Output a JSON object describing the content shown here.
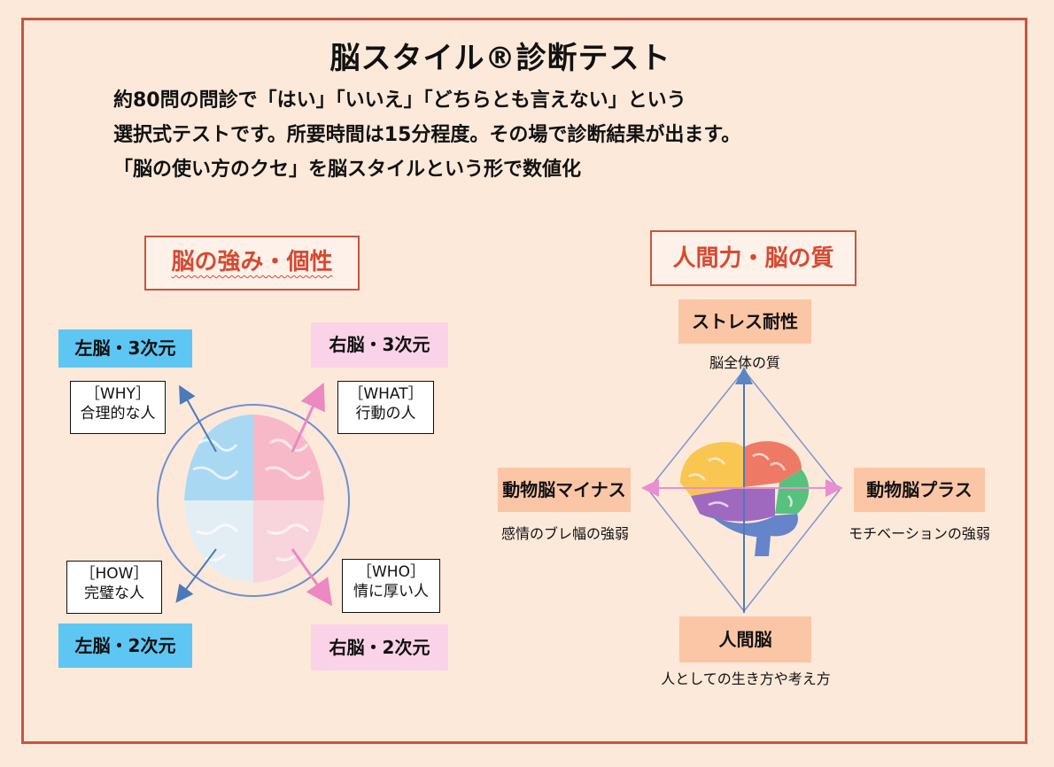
{
  "title": "脳スタイル®診断テスト",
  "intro": [
    "約80問の問診で「はい」「いいえ」「どちらとも言えない」という",
    "選択式テストです。所要時間は15分程度。その場で診断結果が出ます。",
    "「脳の使い方のクセ」を脳スタイルという形で数値化"
  ],
  "left_panel": {
    "title": "脳の強み・個性",
    "quadrants": {
      "top_left": {
        "label": "左脳・3次元",
        "tag": "［WHY］",
        "desc": "合理的な人"
      },
      "top_right": {
        "label": "右脳・3次元",
        "tag": "［WHAT］",
        "desc": "行動の人"
      },
      "bottom_left": {
        "label": "左脳・2次元",
        "tag": "［HOW］",
        "desc": "完璧な人"
      },
      "bottom_right": {
        "label": "右脳・2次元",
        "tag": "［WHO］",
        "desc": "情に厚い人"
      }
    }
  },
  "right_panel": {
    "title": "人間力・脳の質",
    "axes": {
      "top": {
        "label": "ストレス耐性",
        "desc": "脳全体の質"
      },
      "bottom": {
        "label": "人間脳",
        "desc": "人としての生き方や考え方"
      },
      "left": {
        "label": "動物脳マイナス",
        "desc": "感情のブレ幅の強弱"
      },
      "right": {
        "label": "動物脳プラス",
        "desc": "モチベーションの強弱"
      }
    }
  },
  "colors": {
    "frame": "#c8553d",
    "background": "#fde9da",
    "section_title": "#d64a32",
    "left_label": "#5ec6f2",
    "right_label": "#fbd3e8",
    "axis_label": "#fbc6a6",
    "arrow_blue": "#4a7ab8",
    "arrow_pink": "#ec88c2"
  }
}
